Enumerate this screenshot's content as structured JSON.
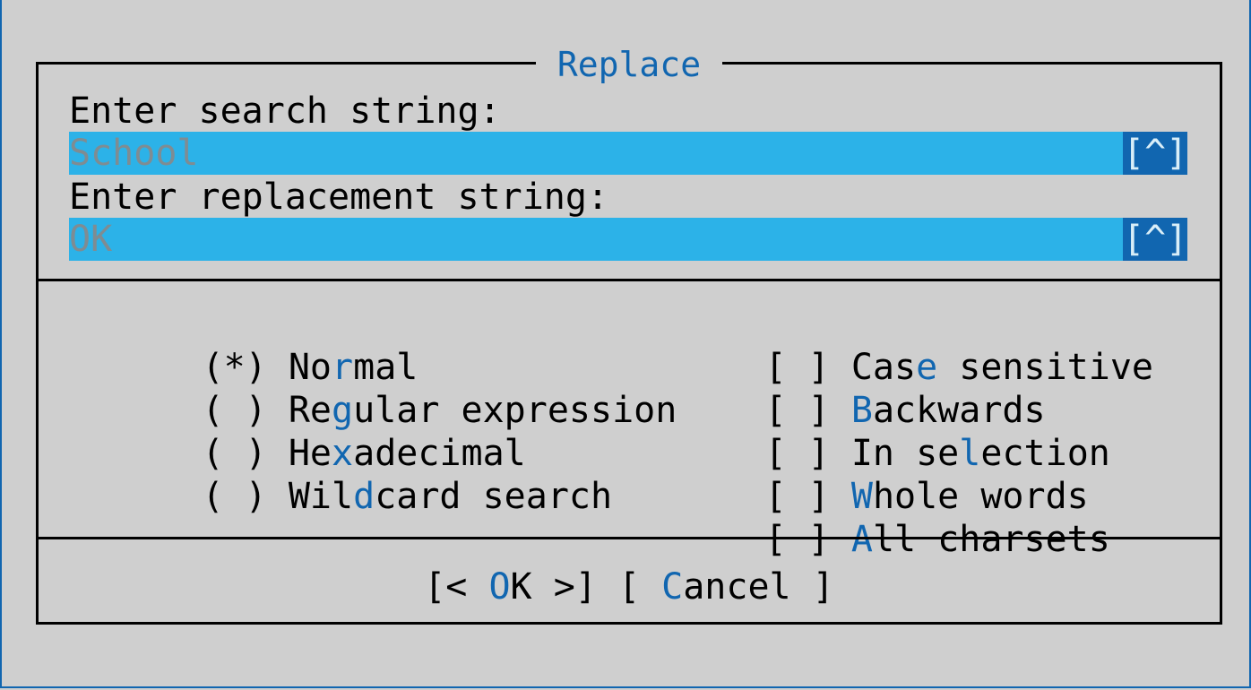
{
  "dialog": {
    "title": "Replace",
    "search_label": "Enter search string:",
    "search_value": "School",
    "replace_label": "Enter replacement string:",
    "replace_value": "OK",
    "history_button": "[^]"
  },
  "radio_options": [
    {
      "mark": "(*)",
      "pre": "No",
      "hotkey": "r",
      "post": "mal",
      "selected": true
    },
    {
      "mark": "( )",
      "pre": "Re",
      "hotkey": "g",
      "post": "ular expression",
      "selected": false
    },
    {
      "mark": "( )",
      "pre": "He",
      "hotkey": "x",
      "post": "adecimal",
      "selected": false
    },
    {
      "mark": "( )",
      "pre": "Wil",
      "hotkey": "d",
      "post": "card search",
      "selected": false
    }
  ],
  "checkbox_options": [
    {
      "mark": "[ ]",
      "pre": "Cas",
      "hotkey": "e",
      "post": " sensitive",
      "checked": false
    },
    {
      "mark": "[ ]",
      "pre": "",
      "hotkey": "B",
      "post": "ackwards",
      "checked": false
    },
    {
      "mark": "[ ]",
      "pre": "In se",
      "hotkey": "l",
      "post": "ection",
      "checked": false
    },
    {
      "mark": "[ ]",
      "pre": "",
      "hotkey": "W",
      "post": "hole words",
      "checked": false
    },
    {
      "mark": "[ ]",
      "pre": "",
      "hotkey": "A",
      "post": "ll charsets",
      "checked": false
    }
  ],
  "buttons": {
    "ok": {
      "pre": "[< ",
      "hotkey": "O",
      "post": "K >]"
    },
    "cancel": {
      "pre": "[ ",
      "hotkey": "C",
      "post": "ancel ]"
    }
  },
  "colors": {
    "background": "#cfcfcf",
    "accent": "#1166b0",
    "input_bg": "#2cb2e8",
    "input_text": "#7f8c92"
  }
}
